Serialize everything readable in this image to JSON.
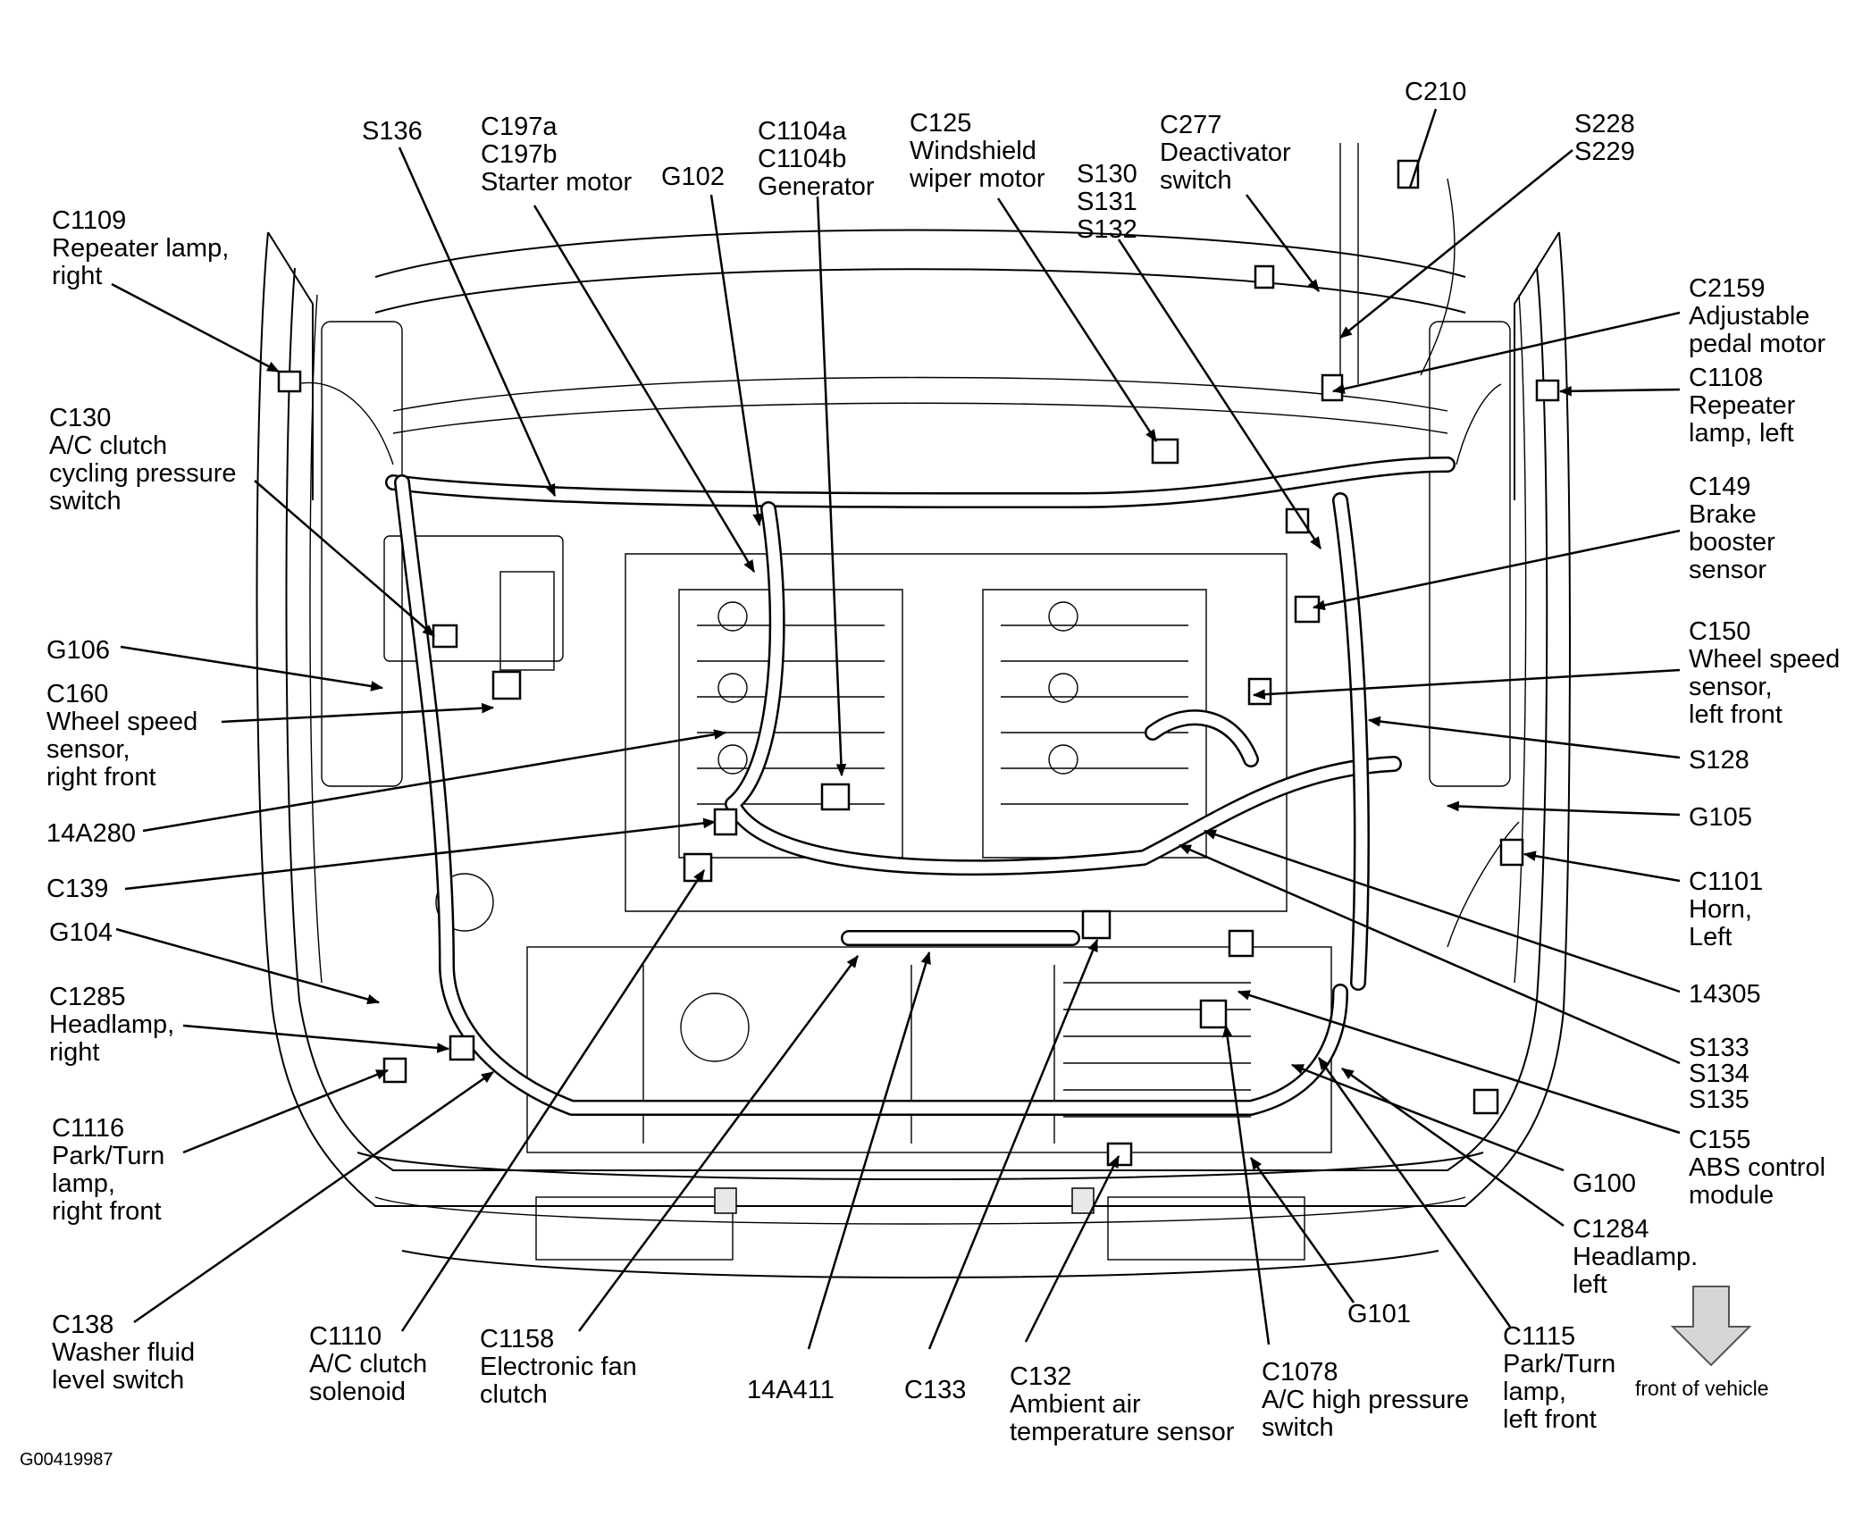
{
  "figure_id": "G00419987",
  "orientation_note": "front of vehicle",
  "labels": [
    {
      "id": "c1109",
      "lines": [
        "C1109",
        "Repeater lamp,",
        "right"
      ]
    },
    {
      "id": "s136",
      "lines": [
        "S136"
      ]
    },
    {
      "id": "c197",
      "lines": [
        "C197a",
        "C197b",
        "Starter motor"
      ]
    },
    {
      "id": "g102",
      "lines": [
        "G102"
      ]
    },
    {
      "id": "c1104",
      "lines": [
        "C1104a",
        "C1104b",
        "Generator"
      ]
    },
    {
      "id": "c125",
      "lines": [
        "C125",
        "Windshield",
        "wiper motor"
      ]
    },
    {
      "id": "s130",
      "lines": [
        "S130",
        "S131",
        "S132"
      ]
    },
    {
      "id": "c277",
      "lines": [
        "C277",
        "Deactivator",
        "switch"
      ]
    },
    {
      "id": "c210",
      "lines": [
        "C210"
      ]
    },
    {
      "id": "s228",
      "lines": [
        "S228",
        "S229"
      ]
    },
    {
      "id": "c2159",
      "lines": [
        "C2159",
        "Adjustable",
        "pedal motor"
      ]
    },
    {
      "id": "c1108",
      "lines": [
        "C1108",
        "Repeater",
        "lamp, left"
      ]
    },
    {
      "id": "c130",
      "lines": [
        "C130",
        "A/C clutch",
        "cycling pressure",
        "switch"
      ]
    },
    {
      "id": "c149",
      "lines": [
        "C149",
        "Brake",
        "booster",
        "sensor"
      ]
    },
    {
      "id": "g106",
      "lines": [
        "G106"
      ]
    },
    {
      "id": "c160",
      "lines": [
        "C160",
        "Wheel speed",
        "sensor,",
        "right front"
      ]
    },
    {
      "id": "c150",
      "lines": [
        "C150",
        "Wheel speed",
        "sensor,",
        "left front"
      ]
    },
    {
      "id": "s128",
      "lines": [
        "S128"
      ]
    },
    {
      "id": "h14a280",
      "lines": [
        "14A280"
      ]
    },
    {
      "id": "g105",
      "lines": [
        "G105"
      ]
    },
    {
      "id": "c139",
      "lines": [
        "C139"
      ]
    },
    {
      "id": "c1101",
      "lines": [
        "C1101",
        "Horn,",
        "Left"
      ]
    },
    {
      "id": "g104",
      "lines": [
        "G104"
      ]
    },
    {
      "id": "h14305",
      "lines": [
        "14305"
      ]
    },
    {
      "id": "c1285",
      "lines": [
        "C1285",
        "Headlamp,",
        "right"
      ]
    },
    {
      "id": "s133",
      "lines": [
        "S133",
        "S134",
        "S135"
      ]
    },
    {
      "id": "c1116",
      "lines": [
        "C1116",
        "Park/Turn",
        "lamp,",
        "right front"
      ]
    },
    {
      "id": "c155",
      "lines": [
        "C155",
        "ABS control",
        "module"
      ]
    },
    {
      "id": "g100",
      "lines": [
        "G100"
      ]
    },
    {
      "id": "c1284",
      "lines": [
        "C1284",
        "Headlamp.",
        "left"
      ]
    },
    {
      "id": "c138",
      "lines": [
        "C138",
        "Washer fluid",
        "level switch"
      ]
    },
    {
      "id": "c1110",
      "lines": [
        "C1110",
        "A/C clutch",
        "solenoid"
      ]
    },
    {
      "id": "c1158",
      "lines": [
        "C1158",
        "Electronic fan",
        "clutch"
      ]
    },
    {
      "id": "h14a411",
      "lines": [
        "14A411"
      ]
    },
    {
      "id": "c133",
      "lines": [
        "C133"
      ]
    },
    {
      "id": "c132",
      "lines": [
        "C132",
        "Ambient air",
        "temperature sensor"
      ]
    },
    {
      "id": "g101",
      "lines": [
        "G101"
      ]
    },
    {
      "id": "c1078",
      "lines": [
        "C1078",
        "A/C high pressure",
        "switch"
      ]
    },
    {
      "id": "c1115",
      "lines": [
        "C1115",
        "Park/Turn",
        "lamp,",
        "left front"
      ]
    }
  ]
}
